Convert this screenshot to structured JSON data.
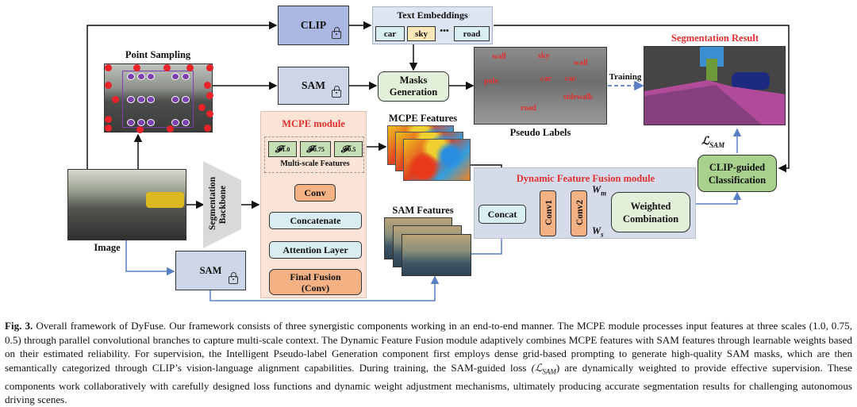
{
  "diagram": {
    "point_sampling": {
      "title": "Point Sampling"
    },
    "image": {
      "label": "Image"
    },
    "backbone": {
      "label_line1": "Segmentation",
      "label_line2": "Backbone"
    },
    "clip": {
      "label": "CLIP",
      "icon": "lock-icon"
    },
    "sam_top": {
      "label": "SAM",
      "icon": "lock-icon"
    },
    "sam_bottom": {
      "label": "SAM",
      "icon": "lock-icon"
    },
    "text_embeddings": {
      "title": "Text Embeddings",
      "tokens": [
        "car",
        "sky",
        "road"
      ],
      "ellipsis": "•••"
    },
    "masks_generation": {
      "line1": "Masks",
      "line2": "Generation"
    },
    "pseudo_labels": {
      "title": "Pseudo Labels",
      "tags": [
        "wall",
        "sky",
        "wall",
        "pole",
        "car",
        "car",
        "sidewalk",
        "road"
      ]
    },
    "training_label": "Training",
    "segmentation_result": {
      "title": "Segmentation Result"
    },
    "loss_label": "ℒ",
    "loss_sub": "SAM",
    "clip_guided": {
      "line1": "CLIP-guided",
      "line2": "Classification"
    },
    "mcpe_module": {
      "title": "MCPE module",
      "scales": [
        {
          "symbol": "𝓕",
          "sub": "1.0"
        },
        {
          "symbol": "𝓕",
          "sub": "0.75"
        },
        {
          "symbol": "𝓕",
          "sub": "0.5"
        }
      ],
      "multiscale_label": "Multi-scale Features",
      "conv": "Conv",
      "concatenate": "Concatenate",
      "attention": "Attention Layer",
      "final_line1": "Final Fusion",
      "final_line2": "(Conv)"
    },
    "mcpe_features": {
      "title": "MCPE Features"
    },
    "sam_features": {
      "title": "SAM Features"
    },
    "dff_module": {
      "title": "Dynamic Feature Fusion module",
      "concat": "Concat",
      "conv1": "Conv1",
      "conv2": "Conv2",
      "wm": "W",
      "wm_sub": "m",
      "ws": "W",
      "ws_sub": "s",
      "weighted_line1": "Weighted",
      "weighted_line2": "Combination"
    }
  },
  "caption": {
    "fig": "Fig. 3.",
    "text_before_loss": " Overall framework of DyFuse. Our framework consists of three synergistic components working in an end-to-end manner. The MCPE module processes input features at three scales (1.0, 0.75, 0.5) through parallel convolutional branches to capture multi-scale context. The Dynamic Feature Fusion module adaptively combines MCPE features with SAM features through learnable weights based on their estimated reliability. For supervision, the Intelligent Pseudo-label Generation component first employs dense grid-based prompting to generate high-quality SAM masks, which are then semantically categorized through CLIP’s vision-language alignment capabilities. During training, the SAM-guided loss ",
    "loss": "(ℒ",
    "loss_sub": "SAM",
    "text_after_loss": ") are dynamically weighted to provide effective supervision. These components work collaboratively with carefully designed loss functions and dynamic weight adjustment mechanisms, ultimately producing accurate segmentation results for challenging autonomous driving scenes."
  },
  "colors": {
    "accent_red": "#e03030",
    "clip_blue": "#aab8e2",
    "sam_blue": "#ccd6e6",
    "green": "#a9d18e",
    "light_green": "#e2efd9",
    "peach": "#fbe4d5",
    "orange": "#f4b183",
    "cyan": "#d9eef2",
    "fusion_bg": "#d6dbea",
    "arrow_blue": "#5b7fc4"
  }
}
